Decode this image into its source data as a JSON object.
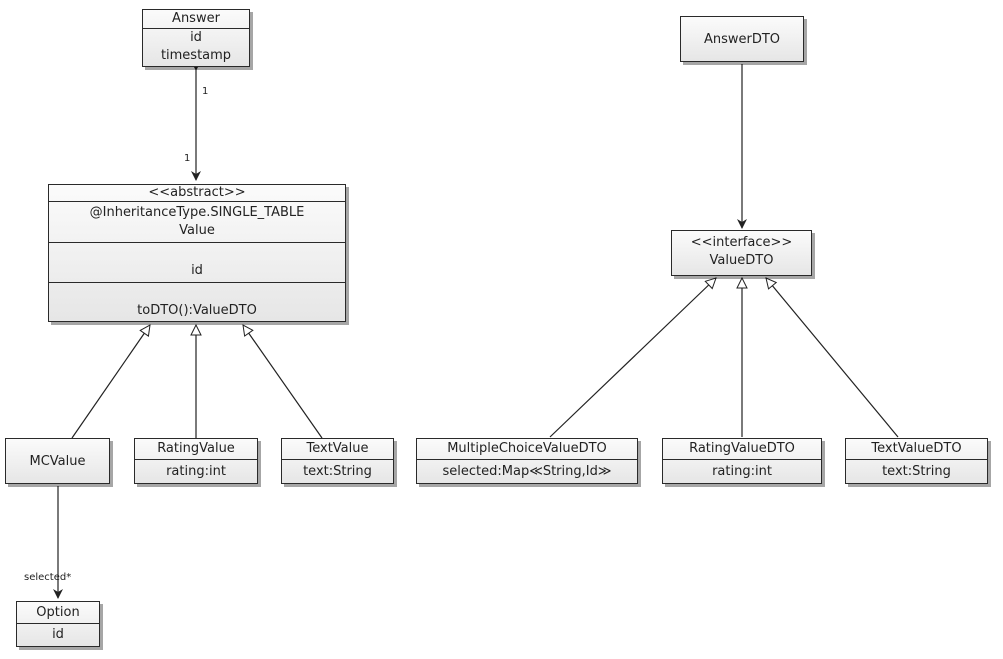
{
  "answer": {
    "name": "Answer",
    "attr1": "id",
    "attr2": "timestamp"
  },
  "value": {
    "stereotype": "<<abstract>>",
    "annotation": "@InheritanceType.SINGLE_TABLE",
    "name": "Value",
    "attr": "id",
    "method": "toDTO():ValueDTO"
  },
  "mc_value": {
    "name": "MCValue"
  },
  "rating_value": {
    "name": "RatingValue",
    "attr": "rating:int"
  },
  "text_value": {
    "name": "TextValue",
    "attr": "text:String"
  },
  "option": {
    "name": "Option",
    "attr": "id"
  },
  "answer_dto": {
    "name": "AnswerDTO"
  },
  "value_dto": {
    "stereotype": "<<interface>>",
    "name": "ValueDTO"
  },
  "mc_value_dto": {
    "name": "MultipleChoiceValueDTO",
    "attr": "selected:Map≪String,Id≫"
  },
  "rating_value_dto": {
    "name": "RatingValueDTO",
    "attr": "rating:int"
  },
  "text_value_dto": {
    "name": "TextValueDTO",
    "attr": "text:String"
  },
  "labels": {
    "mult_top": "1",
    "mult_bottom": "1",
    "selected": "selected*"
  }
}
